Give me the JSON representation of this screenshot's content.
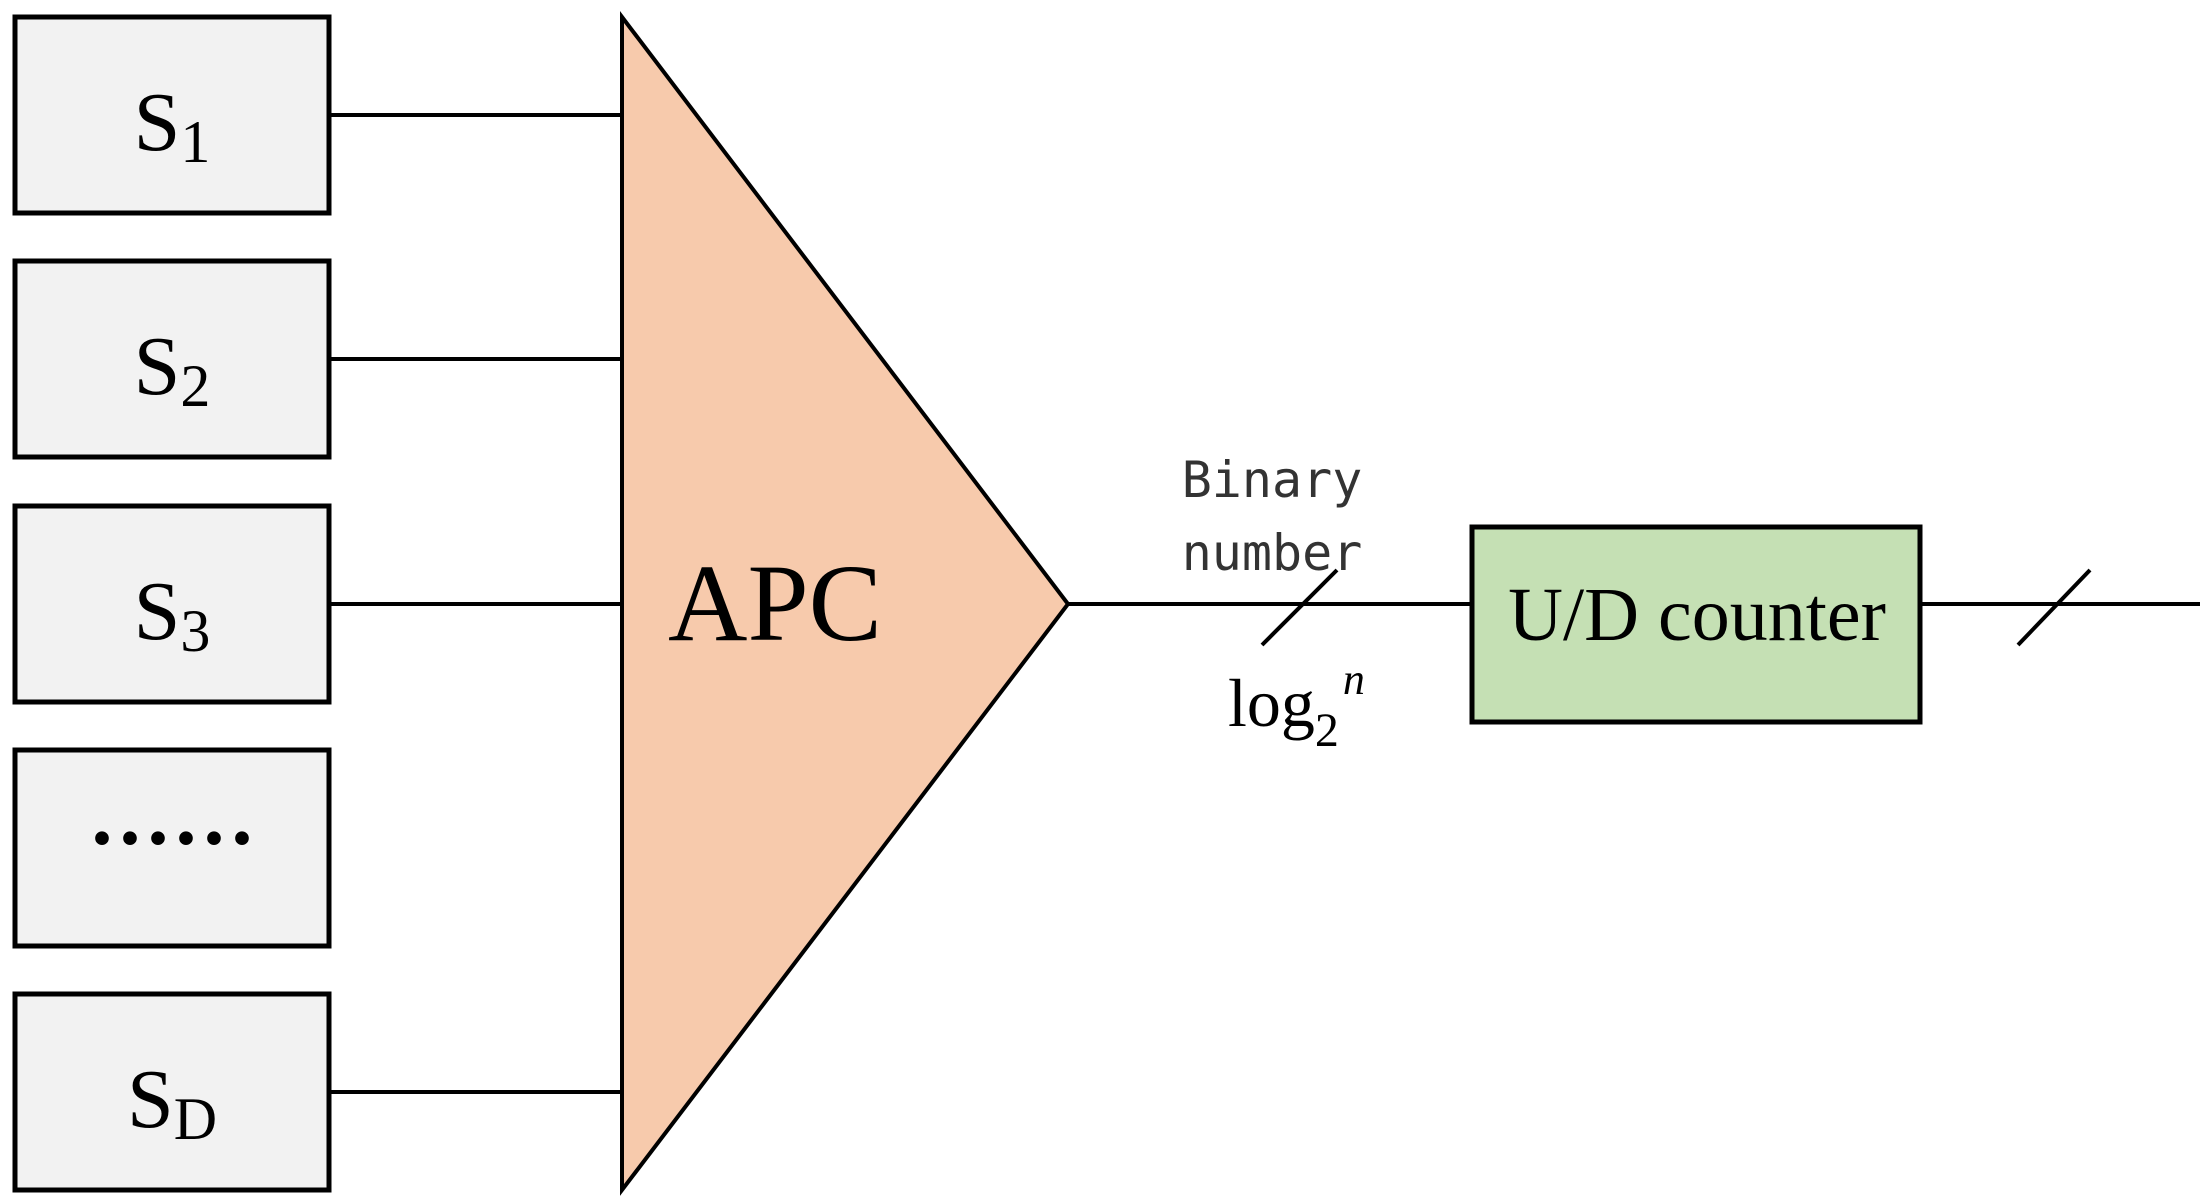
{
  "inputs": [
    {
      "main": "S",
      "sub": "1"
    },
    {
      "main": "S",
      "sub": "2"
    },
    {
      "main": "S",
      "sub": "3"
    },
    {
      "main": "······",
      "sub": ""
    },
    {
      "main": "S",
      "sub": "D"
    }
  ],
  "apc_label": "APC",
  "bus_label": {
    "line1": "Binary",
    "line2": "number"
  },
  "width_label": {
    "base": "log",
    "sub": "2",
    "sup": "n"
  },
  "counter_label": "U/D counter",
  "colors": {
    "input_fill": "#f2f2f2",
    "apc_fill": "#f7caac",
    "counter_fill": "#c5e0b4",
    "line": "#000000"
  }
}
